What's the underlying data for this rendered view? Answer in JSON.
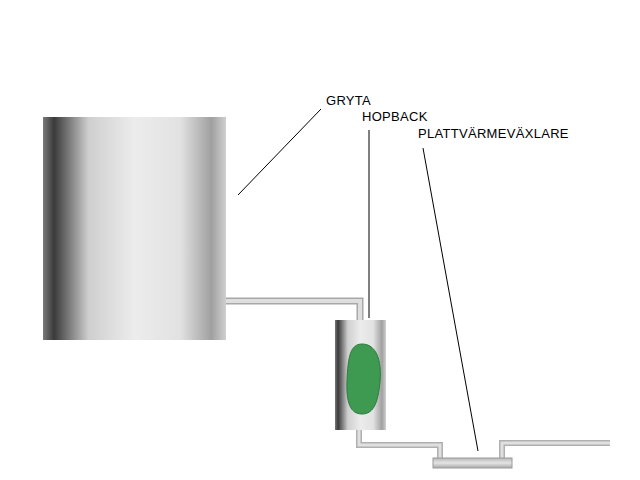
{
  "diagram": {
    "labels": [
      "GRYTA",
      "HOPBACK",
      "PLATTVÄRMEVÄXLARE"
    ]
  }
}
